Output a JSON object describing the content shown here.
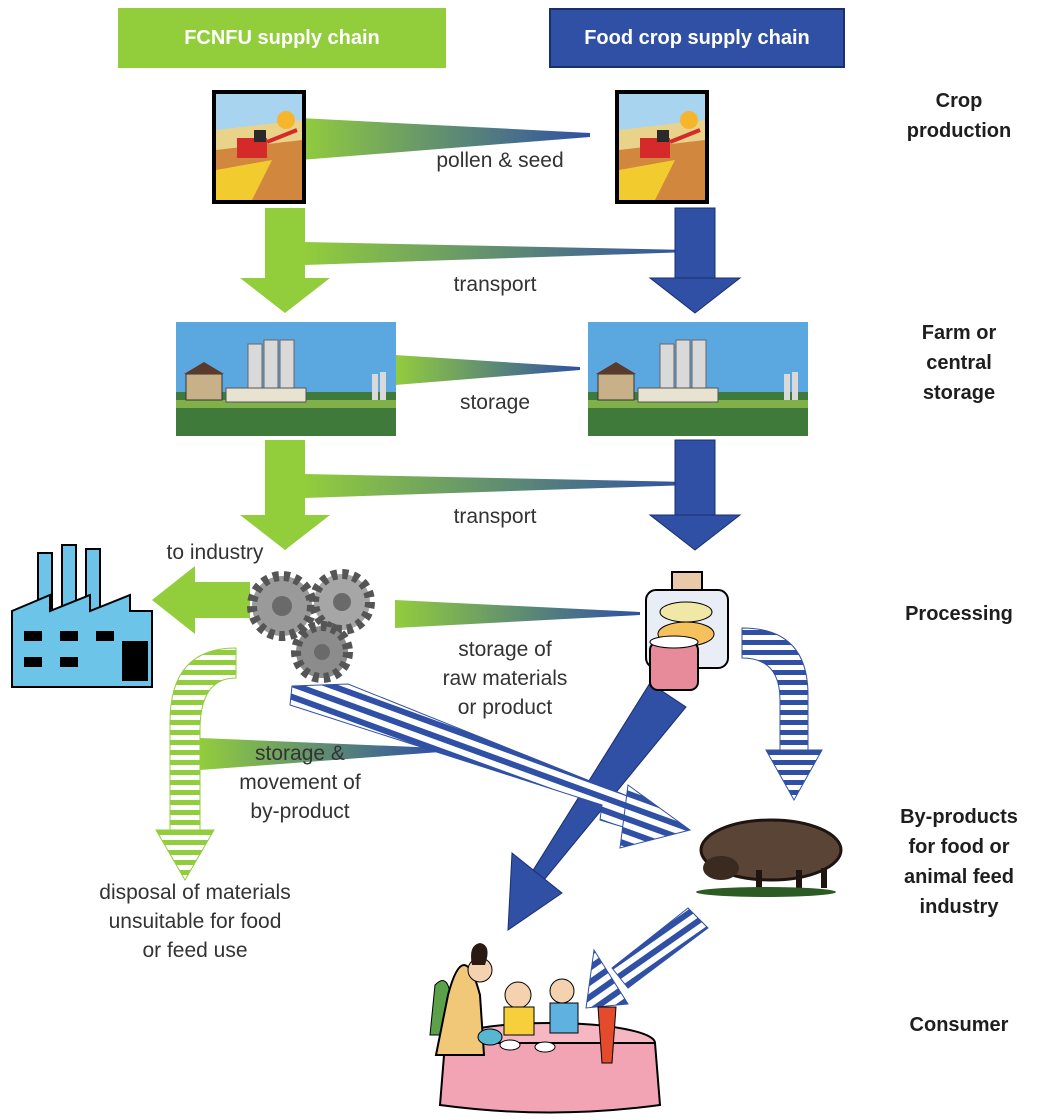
{
  "headers": {
    "left": "FCNFU supply chain",
    "right": "Food crop supply chain"
  },
  "stages": [
    "Crop\nproduction",
    "Farm or\ncentral\nstorage",
    "Processing",
    "By-products\nfor food or\nanimal feed\nindustry",
    "Consumer"
  ],
  "labels": {
    "pollen_seed": "pollen & seed",
    "transport_1": "transport",
    "storage": "storage",
    "transport_2": "transport",
    "to_industry": "to industry",
    "storage_raw": "storage of\nraw materials\nor product",
    "storage_movement": "storage &\nmovement of\nby-product",
    "disposal": "disposal of materials\nunsuitable for food\nor feed use"
  },
  "colors": {
    "fcnfu_green": "#92cd3c",
    "food_blue": "#2f50a5"
  },
  "icons": [
    "harvester-icon",
    "farm-silo-icon",
    "factory-icon",
    "gears-icon",
    "food-jars-icon",
    "sheep-icon",
    "family-table-icon"
  ]
}
